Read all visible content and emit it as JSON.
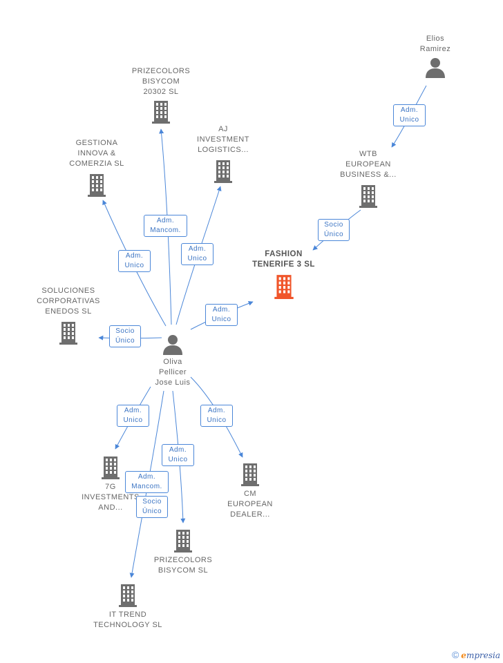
{
  "colors": {
    "edge": "#4a86d8",
    "building": "#6e6e6e",
    "building_main": "#f0552a",
    "person": "#6e6e6e"
  },
  "nodes": [
    {
      "id": "prizecolors20302",
      "kind": "company",
      "lines": [
        "PRIZECOLORS",
        "BISYCOM",
        "20302  SL"
      ]
    },
    {
      "id": "aj",
      "kind": "company",
      "lines": [
        "AJ",
        "INVESTMENT",
        "LOGISTICS..."
      ]
    },
    {
      "id": "gestiona",
      "kind": "company",
      "lines": [
        "GESTIONA",
        "INNOVA &",
        "COMERZIA  SL"
      ]
    },
    {
      "id": "elios",
      "kind": "person",
      "lines": [
        "Elios",
        "Ramirez"
      ]
    },
    {
      "id": "wtb",
      "kind": "company",
      "lines": [
        "WTB",
        "EUROPEAN",
        "BUSINESS &..."
      ]
    },
    {
      "id": "fashion",
      "kind": "company_main",
      "lines": [
        "FASHION",
        "TENERIFE 3 SL"
      ]
    },
    {
      "id": "soluciones",
      "kind": "company",
      "lines": [
        "SOLUCIONES",
        "CORPORATIVAS",
        "ENEDOS SL"
      ]
    },
    {
      "id": "oliva",
      "kind": "person",
      "lines": [
        "Oliva",
        "Pellicer",
        "Jose Luis"
      ]
    },
    {
      "id": "7g",
      "kind": "company",
      "lines": [
        "7G",
        "INVESTMENTS",
        "AND..."
      ]
    },
    {
      "id": "cm",
      "kind": "company",
      "lines": [
        "CM",
        "EUROPEAN",
        "DEALER..."
      ]
    },
    {
      "id": "prizecolors",
      "kind": "company",
      "lines": [
        "PRIZECOLORS",
        "BISYCOM  SL"
      ]
    },
    {
      "id": "ittrend",
      "kind": "company",
      "lines": [
        "IT TREND",
        "TECHNOLOGY SL"
      ]
    }
  ],
  "relations": [
    {
      "id": "r-prize20302",
      "lines": [
        "Adm.",
        "Mancom."
      ]
    },
    {
      "id": "r-aj",
      "lines": [
        "Adm.",
        "Unico"
      ]
    },
    {
      "id": "r-gestiona",
      "lines": [
        "Adm.",
        "Unico"
      ]
    },
    {
      "id": "r-elios",
      "lines": [
        "Adm.",
        "Unico"
      ]
    },
    {
      "id": "r-wtb",
      "lines": [
        "Socio",
        "Único"
      ]
    },
    {
      "id": "r-fashion",
      "lines": [
        "Adm.",
        "Unico"
      ]
    },
    {
      "id": "r-soluciones",
      "lines": [
        "Socio",
        "Único"
      ]
    },
    {
      "id": "r-7g",
      "lines": [
        "Adm.",
        "Unico"
      ]
    },
    {
      "id": "r-cm",
      "lines": [
        "Adm.",
        "Unico"
      ]
    },
    {
      "id": "r-prize",
      "lines": [
        "Adm.",
        "Unico"
      ]
    },
    {
      "id": "r-it-mancom",
      "lines": [
        "Adm.",
        "Mancom."
      ]
    },
    {
      "id": "r-it-socio",
      "lines": [
        "Socio",
        "Único"
      ]
    }
  ],
  "footer": {
    "copyright": "©",
    "brand_first": "e",
    "brand_rest": "mpresia"
  }
}
